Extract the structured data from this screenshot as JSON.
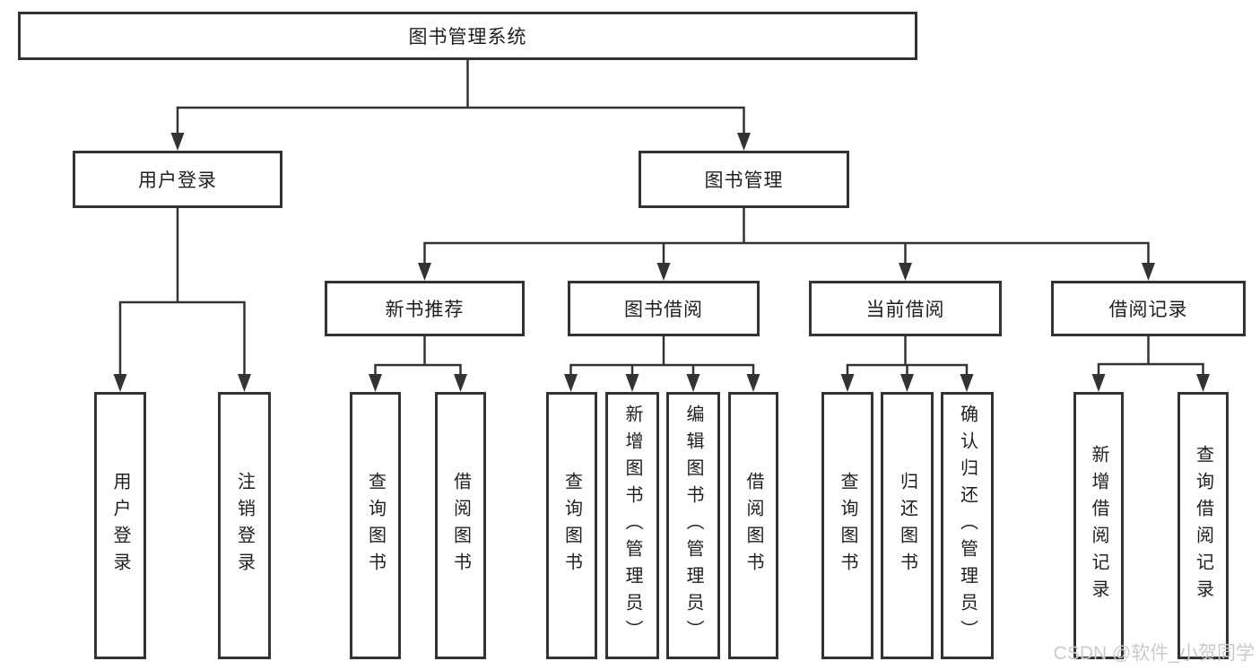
{
  "diagram": {
    "title": "图书管理系统",
    "nodes": {
      "root": {
        "label": "图书管理系统"
      },
      "user_login": {
        "label": "用户登录",
        "children": {
          "login": {
            "label": "用户登录"
          },
          "logout": {
            "label": "注销登录"
          }
        }
      },
      "book_management": {
        "label": "图书管理",
        "children": {
          "new_book_rec": {
            "label": "新书推荐",
            "children": {
              "query_books": {
                "label": "查询图书"
              },
              "borrow_books": {
                "label": "借阅图书"
              }
            }
          },
          "book_borrow": {
            "label": "图书借阅",
            "children": {
              "query_books": {
                "label": "查询图书"
              },
              "add_books": {
                "label": "新增图书（管理员）"
              },
              "edit_books": {
                "label": "编辑图书（管理员）"
              },
              "borrow_books": {
                "label": "借阅图书"
              }
            }
          },
          "current_borrow": {
            "label": "当前借阅",
            "children": {
              "query_books": {
                "label": "查询图书"
              },
              "return_books": {
                "label": "归还图书"
              },
              "confirm_return": {
                "label": "确认归还（管理员）"
              }
            }
          },
          "borrow_records": {
            "label": "借阅记录",
            "children": {
              "add_record": {
                "label": "新增借阅记录"
              },
              "query_record": {
                "label": "查询借阅记录"
              }
            }
          }
        }
      }
    },
    "watermark": "CSDN @软件_小贺同学",
    "colors": {
      "line": "#333333",
      "text": "#1f1f1f",
      "background": "#ffffff",
      "watermark_text": "#c9cbd0"
    }
  }
}
